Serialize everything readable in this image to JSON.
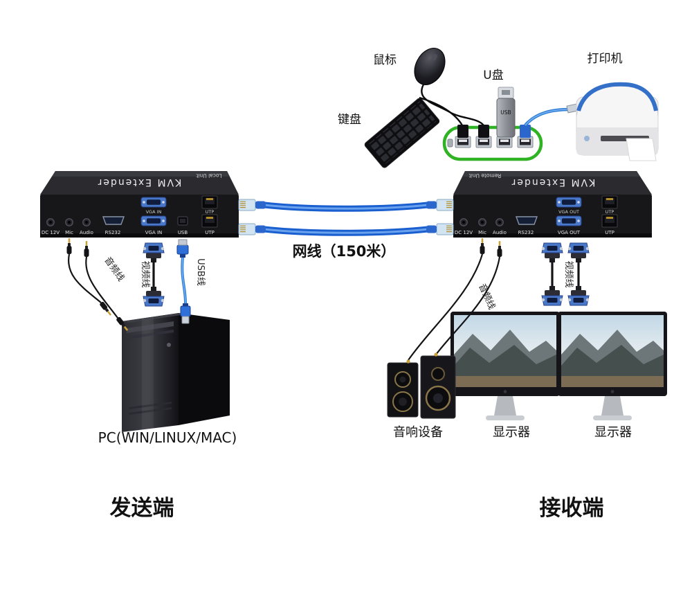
{
  "peripherals": {
    "mouse_label": "鼠标",
    "keyboard_label": "键盘",
    "usb_drive_label": "U盘",
    "usb_drive_text": "USB",
    "printer_label": "打印机"
  },
  "devices": {
    "local": {
      "brand": "KVM Extender",
      "unit": "Local Unit",
      "upper_ports": [
        "VGA IN",
        "UTP"
      ],
      "lower_ports": [
        "DC 12V",
        "Mic",
        "Audio",
        "RS232",
        "VGA IN",
        "USB",
        "UTP"
      ]
    },
    "remote": {
      "brand": "KVM Extender",
      "unit": "Remote Unit",
      "upper_ports": [
        "VGA OUT",
        "UTP"
      ],
      "lower_ports": [
        "DC 12V",
        "Mic",
        "Audio",
        "RS232",
        "VGA OUT",
        "UTP"
      ]
    }
  },
  "cables": {
    "network": "网线（150米）",
    "audio_left": "音频线",
    "video_left": "视频线",
    "usb_left": "USB线",
    "audio_right": "音频线",
    "video_right": "视频线"
  },
  "labels": {
    "pc": "PC(WIN/LINUX/MAC)",
    "speakers": "音响设备",
    "monitor_left": "显示器",
    "monitor_right": "显示器",
    "sender": "发送端",
    "receiver": "接收端"
  },
  "colors": {
    "cable_blue": "#1a5fd0",
    "usb_cable_blue": "#2f7fd6",
    "vga_blue": "#4a78c8",
    "hub_green": "#2fb324",
    "device_black": "#17171a",
    "printer_blue": "#3570c8"
  }
}
